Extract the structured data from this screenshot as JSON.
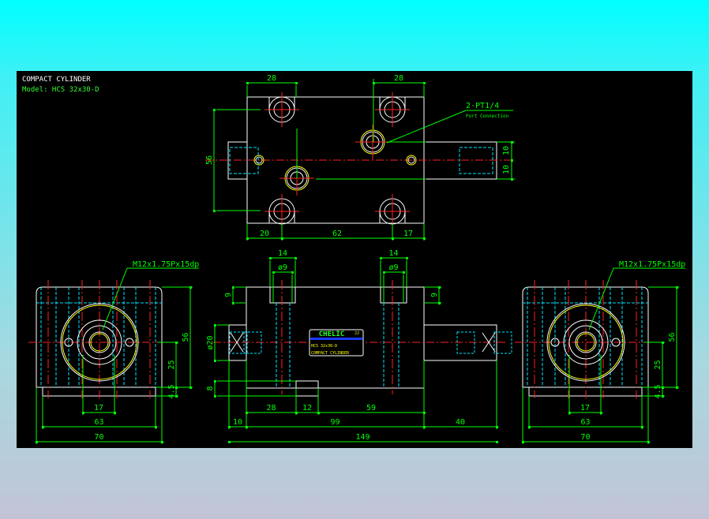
{
  "header": {
    "title": "COMPACT CYLINDER",
    "model": "Model: HCS 32x30-D"
  },
  "colors": {
    "outline": "#ffffff",
    "center": "#ff0000",
    "hidden": "#00e5ff",
    "port": "#ffff00",
    "dimension": "#00ff00",
    "background": "#000000"
  },
  "top_view": {
    "dims": {
      "top_left": "28",
      "top_right": "28",
      "height": "56",
      "bottom_left": "20",
      "bottom_mid": "62",
      "bottom_right": "17",
      "rod_upper": "10",
      "rod_lower": "10"
    },
    "callout": {
      "label": "2-PT1/4",
      "note": "Port Connection"
    }
  },
  "front_view": {
    "dims": {
      "slot1_width": "14",
      "slot1_dia": "ø9",
      "slot2_width": "14",
      "slot2_dia": "ø9",
      "left_depth": "9",
      "right_depth": "9",
      "rod_dia": "ø20",
      "tab": "8",
      "d28": "28",
      "d12": "12",
      "d59": "59",
      "d10": "10",
      "d99": "99",
      "d40": "40",
      "d149": "149"
    },
    "nameplate": {
      "brand": "CHELIC",
      "mark": "JJ",
      "model": "HCS 32x30-D",
      "product": "COMPACT CYLINDER"
    }
  },
  "side_views": [
    {
      "thread": "M12x1.75Px15dp",
      "height": "56",
      "center_height": "25",
      "step": "4.5",
      "bore": "17",
      "inner_width": "63",
      "width": "70"
    },
    {
      "thread": "M12x1.75Px15dp",
      "height": "56",
      "center_height": "25",
      "step": "4.5",
      "bore": "17",
      "inner_width": "63",
      "width": "70"
    }
  ]
}
